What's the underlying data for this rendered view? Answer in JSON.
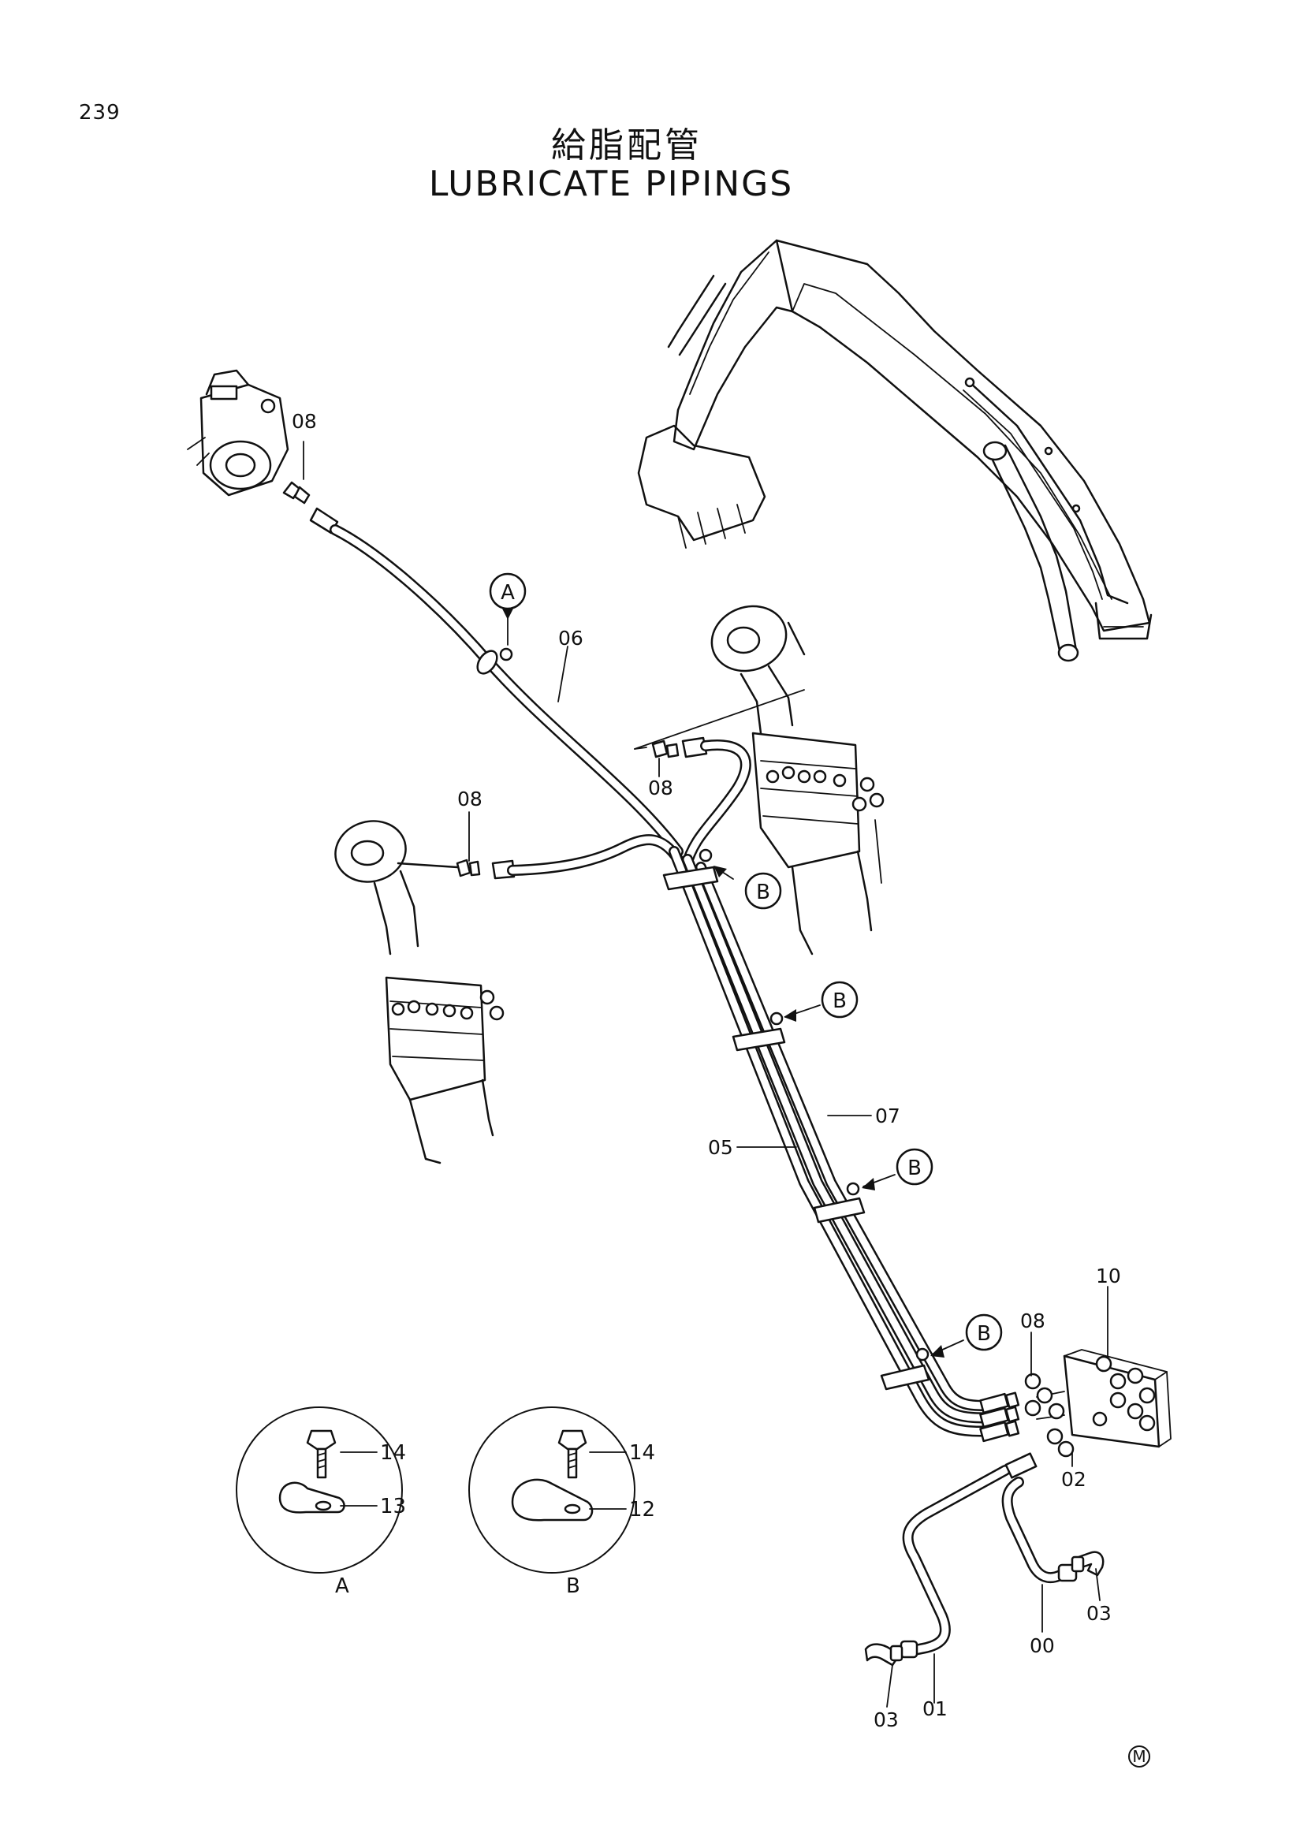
{
  "page_number": "239",
  "title": {
    "japanese": "給脂配管",
    "english": "LUBRICATE PIPINGS"
  },
  "part_labels": {
    "p08_top": "08",
    "p06": "06",
    "p08_mid": "08",
    "p08_left": "08",
    "p07": "07",
    "p05": "05",
    "p10": "10",
    "p08_block": "08",
    "p02": "02",
    "p03_right": "03",
    "p00": "00",
    "p03_left": "03",
    "p01": "01"
  },
  "callouts": {
    "a": "A",
    "b1": "B",
    "b2": "B",
    "b3": "B",
    "b4": "B"
  },
  "detail_a": {
    "bolt": "14",
    "clamp": "13",
    "caption": "A"
  },
  "detail_b": {
    "bolt": "14",
    "clamp": "12",
    "caption": "B"
  },
  "mark": "M"
}
